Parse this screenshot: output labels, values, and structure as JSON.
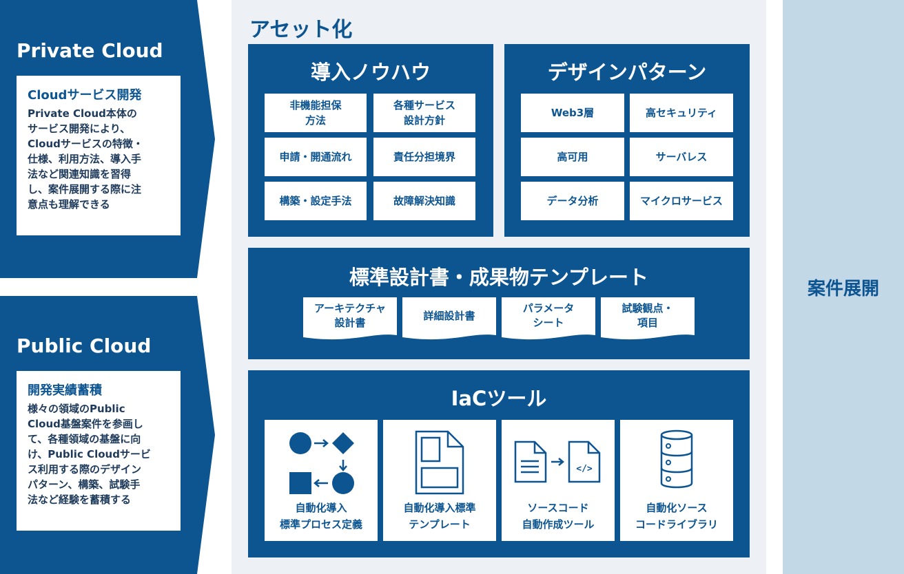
{
  "left": {
    "private": {
      "title": "Private Cloud",
      "card_heading": "Cloudサービス開発",
      "card_body": "Private Cloud本体の\nサービス開発により、\nCloudサービスの特徴・\n仕様、利用方法、導入手\n法など関連知識を習得\nし、案件展開する際に注\n意点も理解できる"
    },
    "public": {
      "title": "Public Cloud",
      "card_heading": "開発実績蓄積",
      "card_body": "様々の領域のPublic\nCloud基盤案件を参画し\nて、各種領域の基盤に向\nけ、Public Cloudサービ\nス利用する際のデザイン\nパターン、構築、試験手\n法など経験を蓄積する"
    }
  },
  "asset": {
    "title": "アセット化",
    "knowhow": {
      "title": "導入ノウハウ",
      "items": [
        "非機能担保\n方法",
        "各種サービス\n設計方針",
        "申請・開通流れ",
        "責任分担境界",
        "構築・設定手法",
        "故障解決知識"
      ]
    },
    "patterns": {
      "title": "デザインパターン",
      "items": [
        "Web3層",
        "高セキュリティ",
        "高可用",
        "サーバレス",
        "データ分析",
        "マイクロサービス"
      ]
    },
    "templates": {
      "title": "標準設計書・成果物テンプレート",
      "items": [
        "アーキテクチャ\n設計書",
        "詳細設計書",
        "パラメータ\nシート",
        "試験観点・\n項目"
      ]
    },
    "iac": {
      "title": "IaCツール",
      "items": [
        "自動化導入\n標準プロセス定義",
        "自動化導入標準\nテンプレート",
        "ソースコード\n自動作成ツール",
        "自動化ソース\nコードライブラリ"
      ],
      "icons": [
        "process-flow-icon",
        "template-layout-icon",
        "code-generation-icon",
        "database-icon"
      ],
      "code_glyph": "</>"
    }
  },
  "right": {
    "label": "案件展開"
  },
  "colors": {
    "navy": "#0d5591",
    "panel": "#edf1f5",
    "right_band": "#c2d8e7",
    "card_text": "#1e3a5a"
  }
}
